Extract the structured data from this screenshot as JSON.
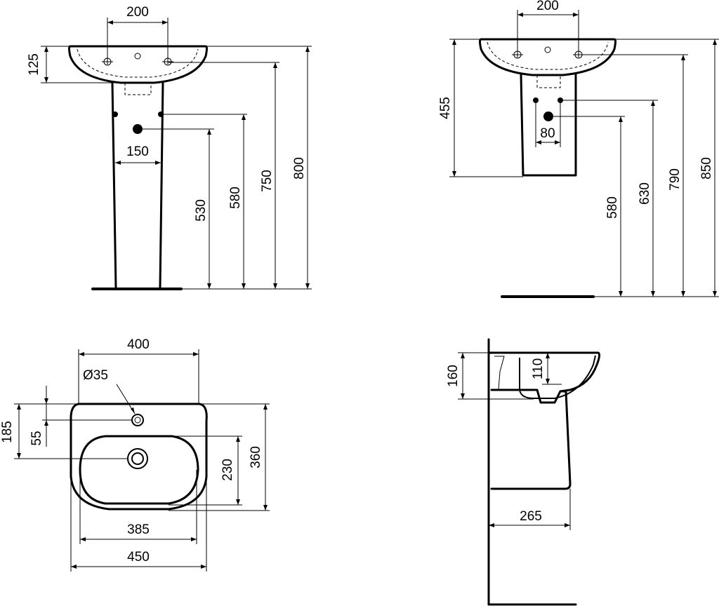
{
  "front_pedestal": {
    "tap_spacing": "200",
    "basin_depth": "125",
    "pedestal_width": "150",
    "waste_height": "530",
    "supply_height": "580",
    "rim_height": "750",
    "overall_height": "800"
  },
  "front_semi_pedestal": {
    "tap_spacing": "200",
    "pedestal_height": "455",
    "supply_spacing": "80",
    "waste_height": "580",
    "supply_height": "630",
    "rim_height": "790",
    "overall_height": "850"
  },
  "plan_view": {
    "width_top": "400",
    "tap_hole_diameter": "Ø35",
    "tap_hole_offset": "185",
    "tap_to_bowl": "55",
    "bowl_depth": "230",
    "overall_depth": "360",
    "bowl_width": "385",
    "overall_width": "450"
  },
  "side_view": {
    "basin_height": "160",
    "overflow_height": "110",
    "pedestal_projection": "265"
  }
}
